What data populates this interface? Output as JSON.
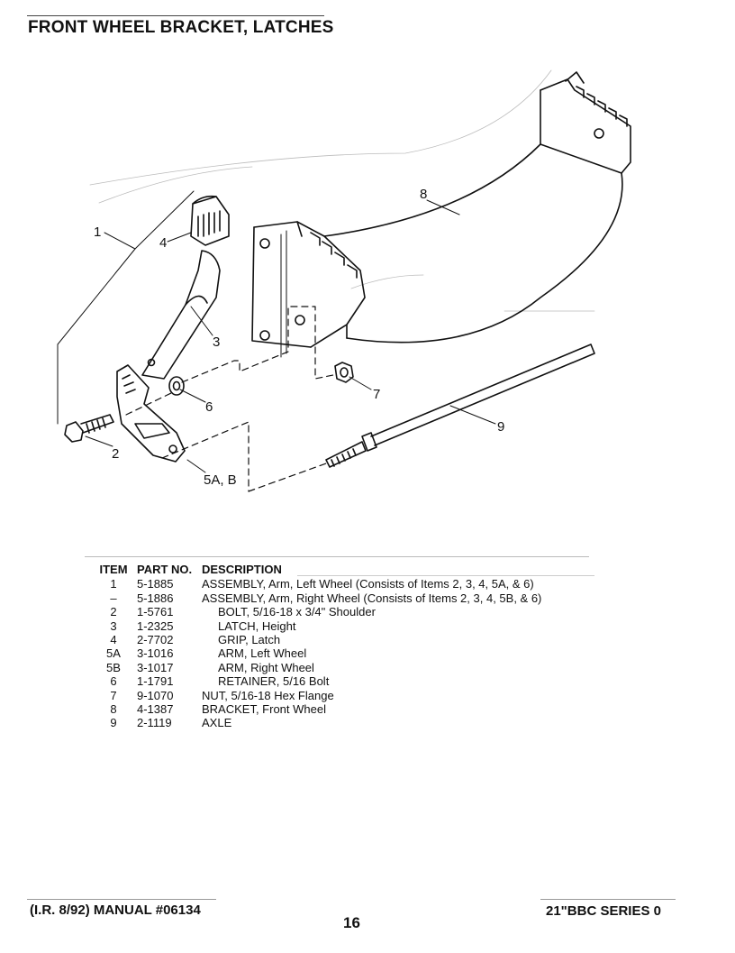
{
  "header": {
    "title": "FRONT WHEEL BRACKET, LATCHES"
  },
  "figure": {
    "callouts": [
      "1",
      "2",
      "3",
      "4",
      "5A, B",
      "6",
      "7",
      "8",
      "9"
    ]
  },
  "parts_table": {
    "columns": [
      "ITEM",
      "PART NO.",
      "DESCRIPTION"
    ],
    "rows": [
      {
        "item": "1",
        "part_no": "5-1885",
        "description": "ASSEMBLY, Arm, Left Wheel (Consists of Items 2, 3, 4, 5A, & 6)"
      },
      {
        "item": "–",
        "part_no": "5-1886",
        "description": "ASSEMBLY, Arm, Right Wheel (Consists of Items 2, 3, 4, 5B, & 6)"
      },
      {
        "item": "2",
        "part_no": "1-5761",
        "description": "BOLT, 5/16-18 x 3/4\" Shoulder"
      },
      {
        "item": "3",
        "part_no": "1-2325",
        "description": "LATCH, Height"
      },
      {
        "item": "4",
        "part_no": "2-7702",
        "description": "GRIP, Latch"
      },
      {
        "item": "5A",
        "part_no": "3-1016",
        "description": "ARM, Left Wheel"
      },
      {
        "item": "5B",
        "part_no": "3-1017",
        "description": "ARM, Right Wheel"
      },
      {
        "item": "6",
        "part_no": "1-1791",
        "description": "RETAINER, 5/16 Bolt"
      },
      {
        "item": "7",
        "part_no": "9-1070",
        "description": "NUT, 5/16-18 Hex Flange"
      },
      {
        "item": "8",
        "part_no": "4-1387",
        "description": "BRACKET, Front Wheel"
      },
      {
        "item": "9",
        "part_no": "2-1119",
        "description": "AXLE"
      }
    ]
  },
  "footer": {
    "left": "(I.R. 8/92) MANUAL #06134",
    "page_number": "16",
    "right": "21\"BBC SERIES 0"
  }
}
